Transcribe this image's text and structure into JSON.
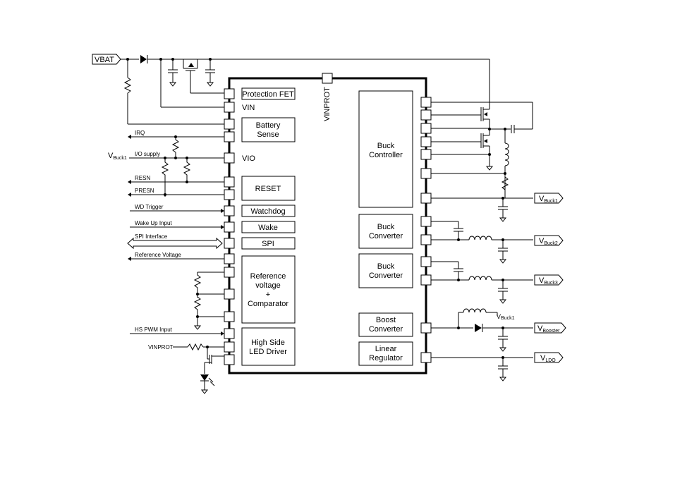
{
  "blocks": {
    "protection_fet": "Protection FET",
    "battery_sense_1": "Battery",
    "battery_sense_2": "Sense",
    "reset": "RESET",
    "watchdog": "Watchdog",
    "wake": "Wake",
    "spi": "SPI",
    "ref_1": "Reference",
    "ref_2": "voltage",
    "ref_3": "+",
    "ref_4": "Comparator",
    "hs_1": "High Side",
    "hs_2": "LED Driver",
    "buck_ctrl_1": "Buck",
    "buck_ctrl_2": "Controller",
    "buck_conv_1": "Buck",
    "buck_conv_2": "Converter",
    "buck_conv3_1": "Buck",
    "buck_conv3_2": "Converter",
    "boost_1": "Boost",
    "boost_2": "Converter",
    "linear_1": "Linear",
    "linear_2": "Regulator"
  },
  "pins": {
    "vin": "VIN",
    "vio": "VIO",
    "vinprot": "VINPROT"
  },
  "signals": {
    "vbat": "VBAT",
    "irq": "IRQ",
    "io_supply": "I/O supply",
    "vbuck1_left_main": "V",
    "vbuck1_left_sub": "Buck1",
    "resn": "RESN",
    "presn": "PRESN",
    "wd_trigger": "WD Trigger",
    "wakeup_input": "Wake Up Input",
    "spi_interface": "SPI Interface",
    "reference_voltage": "Reference Voltage",
    "hs_pwm_input": "HS PWM Input",
    "vinprot_led": "VINPROT"
  },
  "outputs": {
    "vbuck1_main": "V",
    "vbuck1_sub": "Buck1",
    "vbuck2_main": "V",
    "vbuck2_sub": "Buck2",
    "vbuck3_main": "V",
    "vbuck3_sub": "Buck3",
    "vboost_main": "V",
    "vboost_sub": "Boost",
    "vboost_suffix": "er",
    "vldo_main": "V",
    "vldo_sub": "LDO",
    "boost_in_main": "V",
    "boost_in_sub": "Buck1"
  }
}
